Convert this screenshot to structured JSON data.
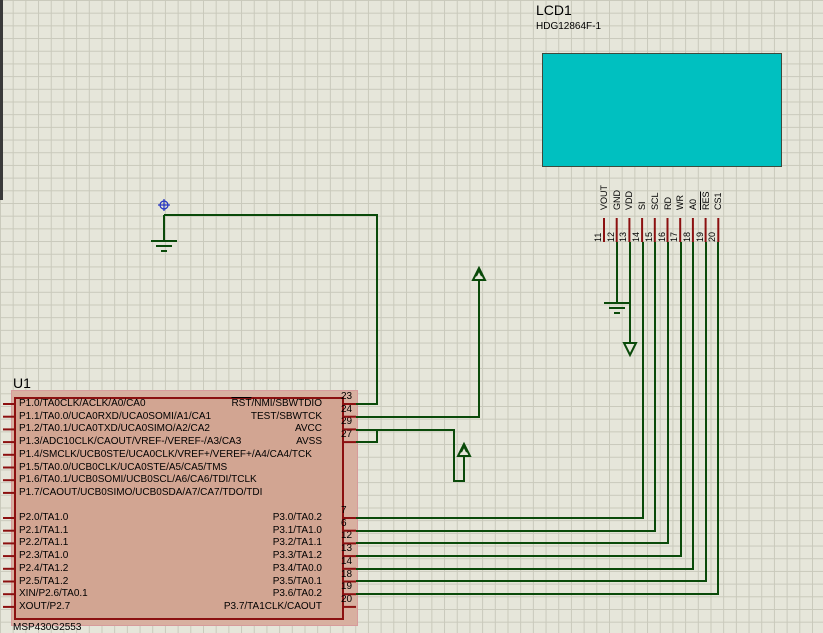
{
  "lcd": {
    "refdes": "LCD1",
    "part": "HDG12864F-1",
    "pins": [
      {
        "name": "VOUT",
        "num": "11"
      },
      {
        "name": "GND",
        "num": "12"
      },
      {
        "name": "VDD",
        "num": "13"
      },
      {
        "name": "SI",
        "num": "14"
      },
      {
        "name": "SCL",
        "num": "15"
      },
      {
        "name": "RD",
        "num": "16"
      },
      {
        "name": "WR",
        "num": "17"
      },
      {
        "name": "A0",
        "num": "18"
      },
      {
        "name": "RES",
        "num": "19"
      },
      {
        "name": "CS1",
        "num": "20"
      }
    ]
  },
  "mcu": {
    "refdes": "U1",
    "part": "MSP430G2553",
    "left_pins": [
      "P1.0/TA0CLK/ACLK/A0/CA0",
      "P1.1/TA0.0/UCA0RXD/UCA0SOMI/A1/CA1",
      "P1.2/TA0.1/UCA0TXD/UCA0SIMO/A2/CA2",
      "P1.3/ADC10CLK/CAOUT/VREF-/VEREF-/A3/CA3",
      "P1.4/SMCLK/UCB0STE/UCA0CLK/VREF+/VEREF+/A4/CA4/TCK",
      "P1.5/TA0.0/UCB0CLK/UCA0STE/A5/CA5/TMS",
      "P1.6/TA0.1/UCB0SOMI/UCB0SCL/A6/CA6/TDI/TCLK",
      "P1.7/CAOUT/UCB0SIMO/UCB0SDA/A7/CA7/TDO/TDI",
      "P2.0/TA1.0",
      "P2.1/TA1.1",
      "P2.2/TA1.1",
      "P2.3/TA1.0",
      "P2.4/TA1.2",
      "P2.5/TA1.2",
      "XIN/P2.6/TA0.1",
      "XOUT/P2.7"
    ],
    "right_top": [
      {
        "pre": "",
        "bar": "RST",
        "post": "/NMI/SBWTDIO",
        "num": "23"
      },
      {
        "pre": "TEST/SBWTCK",
        "bar": "",
        "post": "",
        "num": "24"
      },
      {
        "pre": "AVCC",
        "bar": "",
        "post": "",
        "num": "29"
      },
      {
        "pre": "AVSS",
        "bar": "",
        "post": "",
        "num": "27"
      }
    ],
    "right_bottom": [
      {
        "name": "P3.0/TA0.2",
        "num": "7"
      },
      {
        "name": "P3.1/TA1.0",
        "num": "6"
      },
      {
        "name": "P3.2/TA1.1",
        "num": "12"
      },
      {
        "name": "P3.3/TA1.2",
        "num": "13"
      },
      {
        "name": "P3.4/TA0.0",
        "num": "14"
      },
      {
        "name": "P3.5/TA0.1",
        "num": "18"
      },
      {
        "name": "P3.6/TA0.2",
        "num": "19"
      },
      {
        "name": "P3.7/TA1CLK/CAOUT",
        "num": "20"
      }
    ]
  },
  "colors": {
    "wire": "#0a4a0a",
    "pin_stub": "#8b1010",
    "lcd_screen": "#00c0c0",
    "chip_body": "#d2a592"
  }
}
